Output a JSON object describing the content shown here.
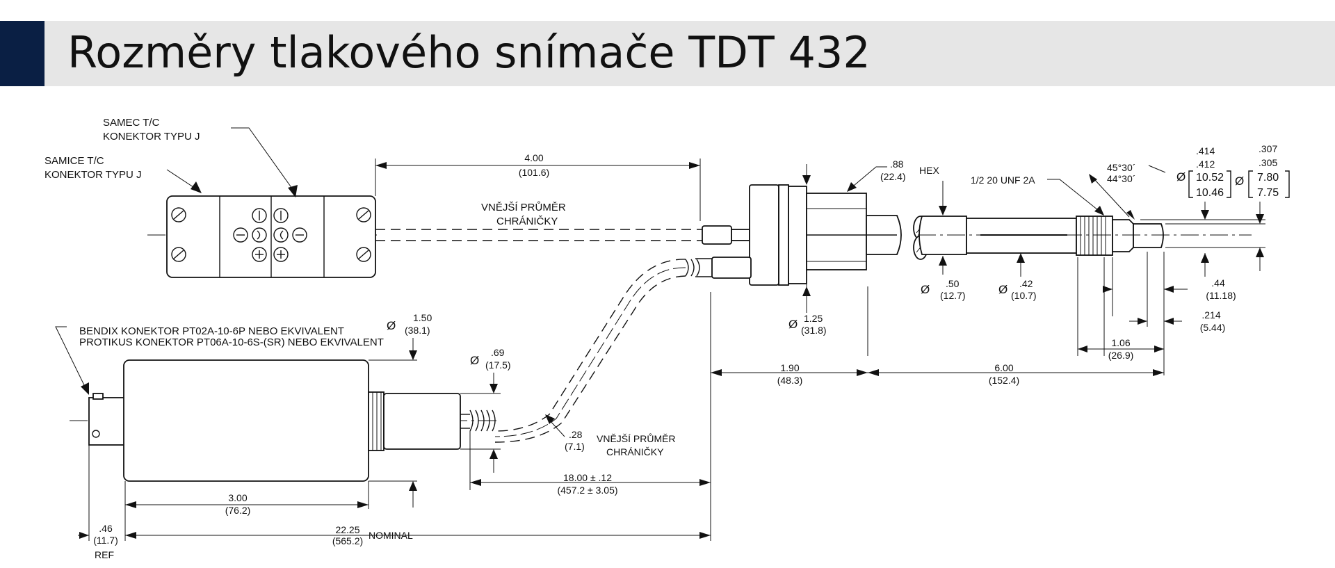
{
  "title": "Rozměry tlakového snímače TDT 432",
  "colors": {
    "accent": "#0a1f44",
    "title_bar": "#e6e6e6",
    "ink": "#111111"
  },
  "labels": {
    "samec_1": "SAMEC T/C",
    "samec_2": "KONEKTOR TYPU J",
    "samice_1": "SAMICE T/C",
    "samice_2": "KONEKTOR TYPU J",
    "sheath1_1": "VNĚJŠÍ PRŮMĚR",
    "sheath1_2": "CHRÁNIČKY",
    "sheath2_1": "VNĚJŠÍ PRŮMĚR",
    "sheath2_2": "CHRÁNIČKY",
    "bendix_1": "BENDIX KONEKTOR PT02A-10-6P NEBO EKVIVALENT",
    "bendix_2": "PROTIKUS KONEKTOR PT06A-10-6S-(SR) NEBO EKVIVALENT",
    "hex": "HEX",
    "thread": "1/2 20 UNF 2A",
    "nominal": "NOMINAL",
    "ref": "REF",
    "diameter_symbol": "Ø"
  },
  "dimensions": {
    "d400": {
      "in": "4.00",
      "mm": "(101.6)"
    },
    "d088": {
      "in": ".88",
      "mm": "(22.4)"
    },
    "d050": {
      "in": ".50",
      "mm": "(12.7)"
    },
    "d042": {
      "in": ".42",
      "mm": "(10.7)"
    },
    "d125": {
      "in": "1.25",
      "mm": "(31.8)"
    },
    "d150": {
      "in": "1.50",
      "mm": "(38.1)"
    },
    "d069": {
      "in": ".69",
      "mm": "(17.5)"
    },
    "d028": {
      "in": ".28",
      "mm": "(7.1)"
    },
    "d190": {
      "in": "1.90",
      "mm": "(48.3)"
    },
    "d600": {
      "in": "6.00",
      "mm": "(152.4)"
    },
    "d044": {
      "in": ".44",
      "mm": "(11.18)"
    },
    "d214": {
      "in": ".214",
      "mm": "(5.44)"
    },
    "d106": {
      "in": "1.06",
      "mm": "(26.9)"
    },
    "d1800": {
      "in": "18.00 ± .12",
      "mm": "(457.2 ± 3.05)"
    },
    "d300": {
      "in": "3.00",
      "mm": "(76.2)"
    },
    "d2225": {
      "in": "22.25",
      "mm": "(565.2)"
    },
    "d046": {
      "in": ".46",
      "mm": "(11.7)"
    },
    "angle_a": "45°30´",
    "angle_b": "44°30´",
    "tip_a_top": ".414",
    "tip_a_bot": ".412",
    "tip_a_mm_top": "10.52",
    "tip_a_mm_bot": "10.46",
    "tip_b_top": ".307",
    "tip_b_bot": ".305",
    "tip_b_mm_top": "7.80",
    "tip_b_mm_bot": "7.75"
  }
}
